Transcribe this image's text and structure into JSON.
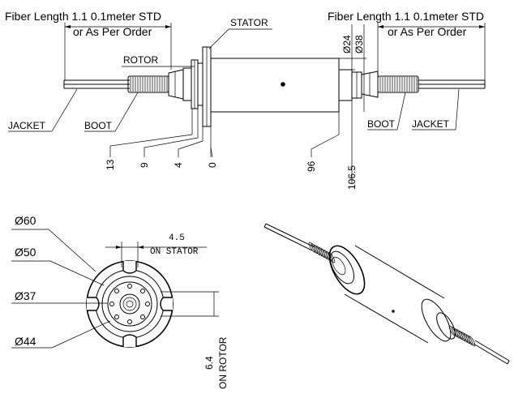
{
  "top": {
    "fiber_left_1": "Fiber Length 1.1 0.1meter STD",
    "fiber_left_2": "or As Per Order",
    "fiber_right_1": "Fiber Length 1.1 0.1meter STD",
    "fiber_right_2": "or As Per Order",
    "stator": "STATOR",
    "rotor": "ROTOR",
    "jacket_left": "JACKET",
    "boot_left": "BOOT",
    "boot_right": "BOOT",
    "jacket_right": "JACKET",
    "dia_24": "Ø24",
    "dia_38": "Ø38",
    "dims": [
      "13",
      "9",
      "4",
      "0",
      "96",
      "106.5"
    ]
  },
  "end_view": {
    "d60": "Ø60",
    "d50": "Ø50",
    "d37": "Ø37",
    "d44": "Ø44",
    "stator_dim": "4.5",
    "stator_note": "ON STATOR",
    "rotor_dim": "6.4",
    "rotor_note": "ON ROTOR"
  }
}
